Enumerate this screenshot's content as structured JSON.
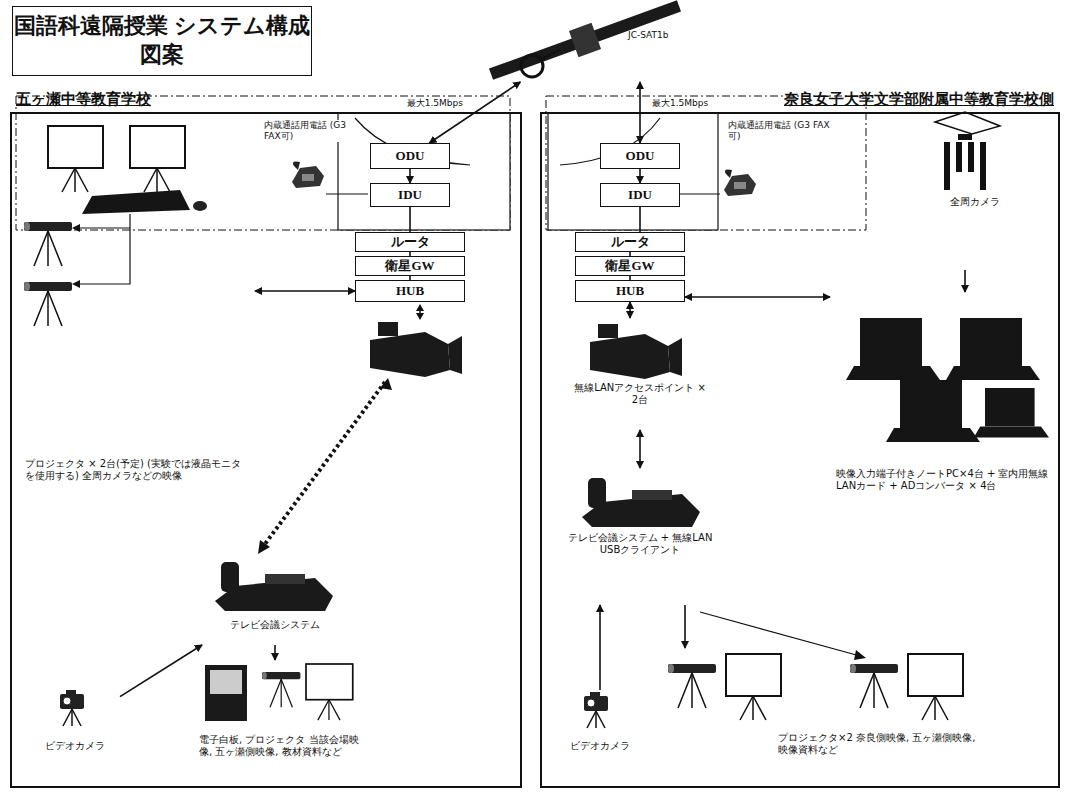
{
  "diagram": {
    "nodes": [
      {
        "text": [
          "国語科遠隔授業 システム構成図案"
        ]
      },
      {
        "text": [
          "JC-SAT1b"
        ]
      },
      {
        "text": [
          "五ヶ瀬中等教育学校"
        ]
      },
      {
        "text": [
          "ODU"
        ],
        "in": 2
      },
      {
        "text": [
          "IDU"
        ],
        "in": 2
      },
      {
        "text": [
          "ルータ"
        ],
        "in": 2
      },
      {
        "text": [
          "衛星GW"
        ],
        "in": 2
      },
      {
        "text": [
          "HUB"
        ],
        "in": 2
      },
      {
        "text": [
          "プロジェクタ × 2台(予定) (実験では液晶モニタを使用する) 全周カメラなどの映像"
        ],
        "in": 2
      },
      {
        "text": [
          "テレビ会議システム"
        ],
        "in": 2
      },
      {
        "text": [
          "ビデオカメラ"
        ],
        "in": 2
      },
      {
        "text": [
          "電子白板, プロジェクタ 当該会場映像, 五ヶ瀬側映像, 教材資料など"
        ],
        "in": 2
      },
      {
        "text": [
          "奈良女子大学文学部附属中等教育学校側"
        ]
      },
      {
        "text": [
          "ODU"
        ],
        "in": 12
      },
      {
        "text": [
          "IDU"
        ],
        "in": 12
      },
      {
        "text": [
          "ルータ"
        ],
        "in": 12
      },
      {
        "text": [
          "衛星GW"
        ],
        "in": 12
      },
      {
        "text": [
          "HUB"
        ],
        "in": 12
      },
      {
        "text": [
          "全周カメラ"
        ],
        "in": 12
      },
      {
        "text": [
          "映像入力端子付きノートPC×4台 + 室内用無線LANカード + ADコンバータ × 4台"
        ],
        "in": 12
      },
      {
        "text": [
          "無線LANアクセスポイント × 2台"
        ],
        "in": 12
      },
      {
        "text": [
          "テレビ会議システム + 無線LAN USBクライアント"
        ],
        "in": 12
      },
      {
        "text": [
          "ビデオカメラ"
        ],
        "in": 12
      },
      {
        "text": [
          "プロジェクタ×2 奈良側映像, 五ヶ瀬側映像, 映像資料など"
        ],
        "in": 12
      }
    ],
    "edges": [
      {
        "from": 1,
        "to": 3,
        "arrow": "both",
        "label": "最大1.5Mbps"
      },
      {
        "from": 1,
        "to": 13,
        "arrow": "both",
        "label": "最大1.5Mbps"
      },
      {
        "from": 3,
        "to": 4,
        "arrow": "to"
      },
      {
        "from": 4,
        "to": 5,
        "arrow": "none"
      },
      {
        "from": 5,
        "to": 6,
        "arrow": "none"
      },
      {
        "from": 6,
        "to": 7,
        "arrow": "none"
      },
      {
        "from": 7,
        "to": 8,
        "arrow": "both"
      },
      {
        "from": 10,
        "to": 9,
        "arrow": "to"
      },
      {
        "from": 9,
        "to": 11,
        "arrow": "to"
      },
      {
        "from": 13,
        "to": 14,
        "arrow": "to"
      },
      {
        "from": 14,
        "to": 15,
        "arrow": "none"
      },
      {
        "from": 15,
        "to": 16,
        "arrow": "none"
      },
      {
        "from": 16,
        "to": 17,
        "arrow": "none"
      },
      {
        "from": 17,
        "to": 19,
        "arrow": "both"
      },
      {
        "from": 18,
        "to": 19,
        "arrow": "to"
      },
      {
        "from": 17,
        "to": 20,
        "arrow": "both"
      },
      {
        "from": 20,
        "to": 21,
        "arrow": "both"
      },
      {
        "from": 22,
        "to": 21,
        "arrow": "to"
      },
      {
        "from": 21,
        "to": 23,
        "arrow": "to"
      }
    ],
    "labels": [
      "内蔵通話用電話 (G3 FAX可)",
      "内蔵通話用電話 (G3 FAX可)"
    ]
  }
}
